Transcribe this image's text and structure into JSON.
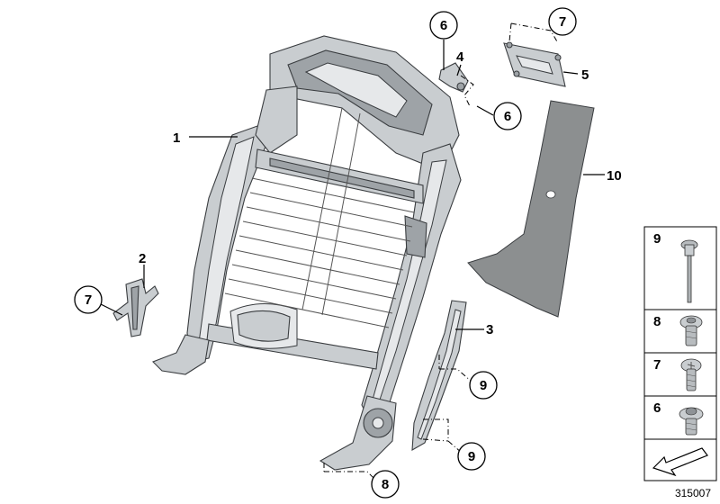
{
  "callouts": [
    {
      "id": "c1",
      "label": "1"
    },
    {
      "id": "c2",
      "label": "2"
    },
    {
      "id": "c3",
      "label": "3"
    },
    {
      "id": "c4",
      "label": "4"
    },
    {
      "id": "c5",
      "label": "5"
    },
    {
      "id": "c6a",
      "label": "6"
    },
    {
      "id": "c6b",
      "label": "6"
    },
    {
      "id": "c7a",
      "label": "7"
    },
    {
      "id": "c7b",
      "label": "7"
    },
    {
      "id": "c8",
      "label": "8"
    },
    {
      "id": "c9a",
      "label": "9"
    },
    {
      "id": "c9b",
      "label": "9"
    },
    {
      "id": "c10",
      "label": "10"
    }
  ],
  "legend": {
    "items": [
      {
        "label": "9",
        "icon": "rivet-icon"
      },
      {
        "label": "8",
        "icon": "collar-screw-icon"
      },
      {
        "label": "7",
        "icon": "torx-screw-icon"
      },
      {
        "label": "6",
        "icon": "flange-screw-icon"
      }
    ],
    "footer_icon": "arrow-icon"
  },
  "reference_number": "315007"
}
